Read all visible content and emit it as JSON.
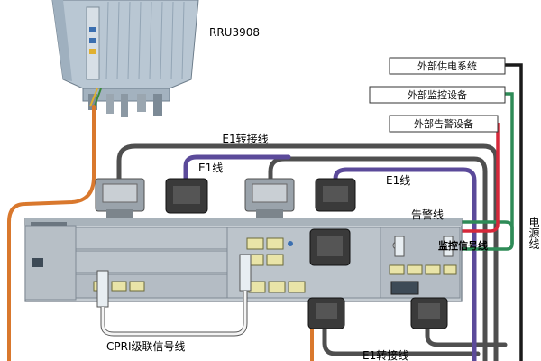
{
  "labels": {
    "rru": "RRU3908",
    "e1_adapter_top": "E1转接线",
    "e1_left": "E1线",
    "e1_right": "E1线",
    "alarm_line": "告警线",
    "monitor_line": "监控信号线",
    "power_line": "电源线",
    "cpri_line": "CPRI级联信号线",
    "e1_adapter_bottom": "E1转接线"
  },
  "external_devices": [
    {
      "label": "外部供电系统"
    },
    {
      "label": "外部监控设备"
    },
    {
      "label": "外部告警设备"
    }
  ],
  "colors": {
    "power_cable": "#1a1a1a",
    "monitor_cable": "#2e8b57",
    "alarm_cable": "#d6283a",
    "e1_cable": "#5b4a9a",
    "e1_adapter_cable": "#555555",
    "fiber_cable": "#d9782d",
    "chassis": "#bfc6cc",
    "rru_body": "#b9c7d3"
  }
}
